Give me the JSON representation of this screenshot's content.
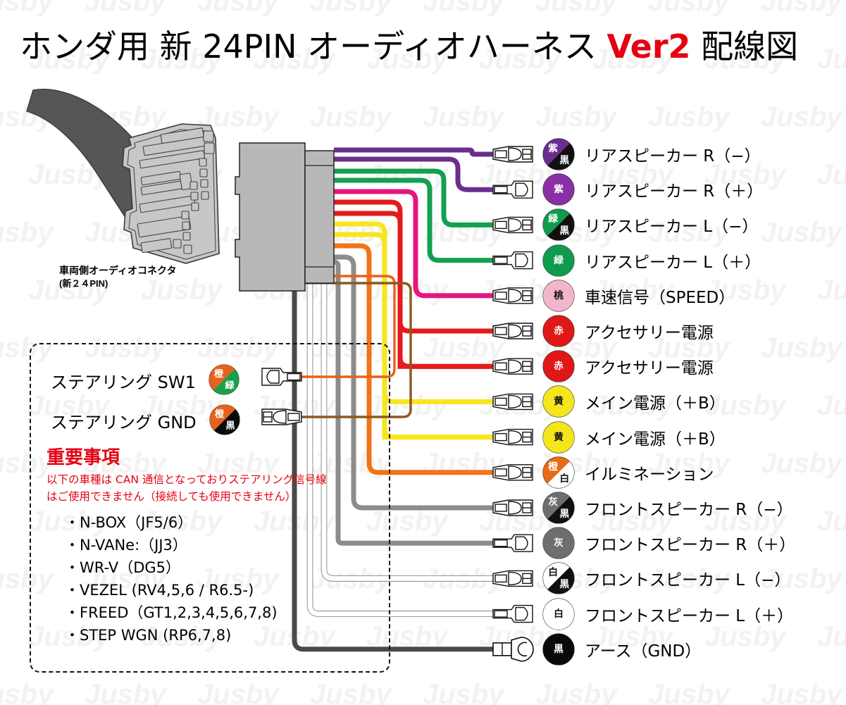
{
  "title": {
    "pre": "ホンダ用 新 24PIN オーディオハーネス ",
    "ver": "Ver2",
    "post": " 配線図"
  },
  "connector": {
    "caption_line1": "車両側オーディオコネクタ",
    "caption_line2": "(新２４PIN)"
  },
  "steering": [
    {
      "label": "ステアリング SW1",
      "colors": [
        "橙",
        "緑"
      ],
      "hex": [
        "#E8611B",
        "#18A04A"
      ],
      "terminal": "male-left"
    },
    {
      "label": "ステアリング GND",
      "colors": [
        "橙",
        "黒"
      ],
      "hex": [
        "#E8611B",
        "#0A0A0A"
      ],
      "terminal": "female-left"
    }
  ],
  "important": {
    "heading": "重要事項",
    "line1": "以下の車種は CAN 通信となっておりステアリング信号線",
    "line2": "はご使用できません（接続しても使用できません）"
  },
  "models": [
    "・N-BOX（JF5/6）",
    "・N-VANe:（JJ3）",
    "・WR-V（DG5）",
    "・VEZEL (RV4,5,6 / R6.5-)",
    "・FREED（GT1,2,3,4,5,6,7,8)",
    "・STEP WGN (RP6,7,8)"
  ],
  "legend": [
    {
      "label": "リアスピーカー R（−）",
      "colors": [
        "紫",
        "黒"
      ],
      "hex": [
        "#6B2D8E",
        "#101010"
      ],
      "wire": "#6B2D8E",
      "terminal": "female"
    },
    {
      "label": "リアスピーカー R（＋）",
      "colors": [
        "紫"
      ],
      "hex": [
        "#8B2FA6"
      ],
      "wire": "#6B2D8E",
      "terminal": "male"
    },
    {
      "label": "リアスピーカー L（−）",
      "colors": [
        "緑",
        "黒"
      ],
      "hex": [
        "#0E9B4E",
        "#101010"
      ],
      "wire": "#12A14F",
      "terminal": "female"
    },
    {
      "label": "リアスピーカー L（＋）",
      "colors": [
        "緑"
      ],
      "hex": [
        "#0E9B4E"
      ],
      "wire": "#12A14F",
      "terminal": "male"
    },
    {
      "label": "車速信号（SPEED）",
      "colors": [
        "桃"
      ],
      "hex": [
        "#F2B6CC"
      ],
      "wire": "#E5167F",
      "terminal": "female"
    },
    {
      "label": "アクセサリー電源",
      "colors": [
        "赤"
      ],
      "hex": [
        "#DF1717"
      ],
      "wire": "#E51A1A",
      "terminal": "female"
    },
    {
      "label": "アクセサリー電源",
      "colors": [
        "赤"
      ],
      "hex": [
        "#DF1717"
      ],
      "wire": "#E51A1A",
      "terminal": "female"
    },
    {
      "label": "メイン電源（＋B）",
      "colors": [
        "黄"
      ],
      "hex": [
        "#F5E51C"
      ],
      "wire": "#F7E61D",
      "terminal": "female"
    },
    {
      "label": "メイン電源（＋B）",
      "colors": [
        "黄"
      ],
      "hex": [
        "#F5E51C"
      ],
      "wire": "#F7E61D",
      "terminal": "female"
    },
    {
      "label": "イルミネーション",
      "colors": [
        "橙",
        "白"
      ],
      "hex": [
        "#EA6A14",
        "#FFFFFF"
      ],
      "wire": "#F07418",
      "terminal": "female"
    },
    {
      "label": "フロントスピーカー R（−）",
      "colors": [
        "灰",
        "黒"
      ],
      "hex": [
        "#6E6E6E",
        "#101010"
      ],
      "wire": "#8C8C8C",
      "terminal": "female"
    },
    {
      "label": "フロントスピーカー R（＋）",
      "colors": [
        "灰"
      ],
      "hex": [
        "#6E6E6E"
      ],
      "wire": "#8C8C8C",
      "terminal": "male"
    },
    {
      "label": "フロントスピーカー L（−）",
      "colors": [
        "白",
        "黒"
      ],
      "hex": [
        "#FFFFFF",
        "#101010"
      ],
      "wire": "#FFFFFF",
      "terminal": "female"
    },
    {
      "label": "フロントスピーカー L（＋）",
      "colors": [
        "白"
      ],
      "hex": [
        "#FFFFFF"
      ],
      "wire": "#FFFFFF",
      "terminal": "male"
    },
    {
      "label": "アース（GND）",
      "colors": [
        "黒"
      ],
      "hex": [
        "#0A0A0A"
      ],
      "wire": "#4A4A4A",
      "terminal": "fork"
    }
  ],
  "watermark": {
    "text": "Jusby",
    "color": "#F2F2F2"
  },
  "palette": {
    "connector_body": "#BFBFBF",
    "connector_sleeve": "#565656",
    "harness_block": "#B8B8B8",
    "notice_red": "#E60012",
    "accent_red": "#E60012"
  }
}
